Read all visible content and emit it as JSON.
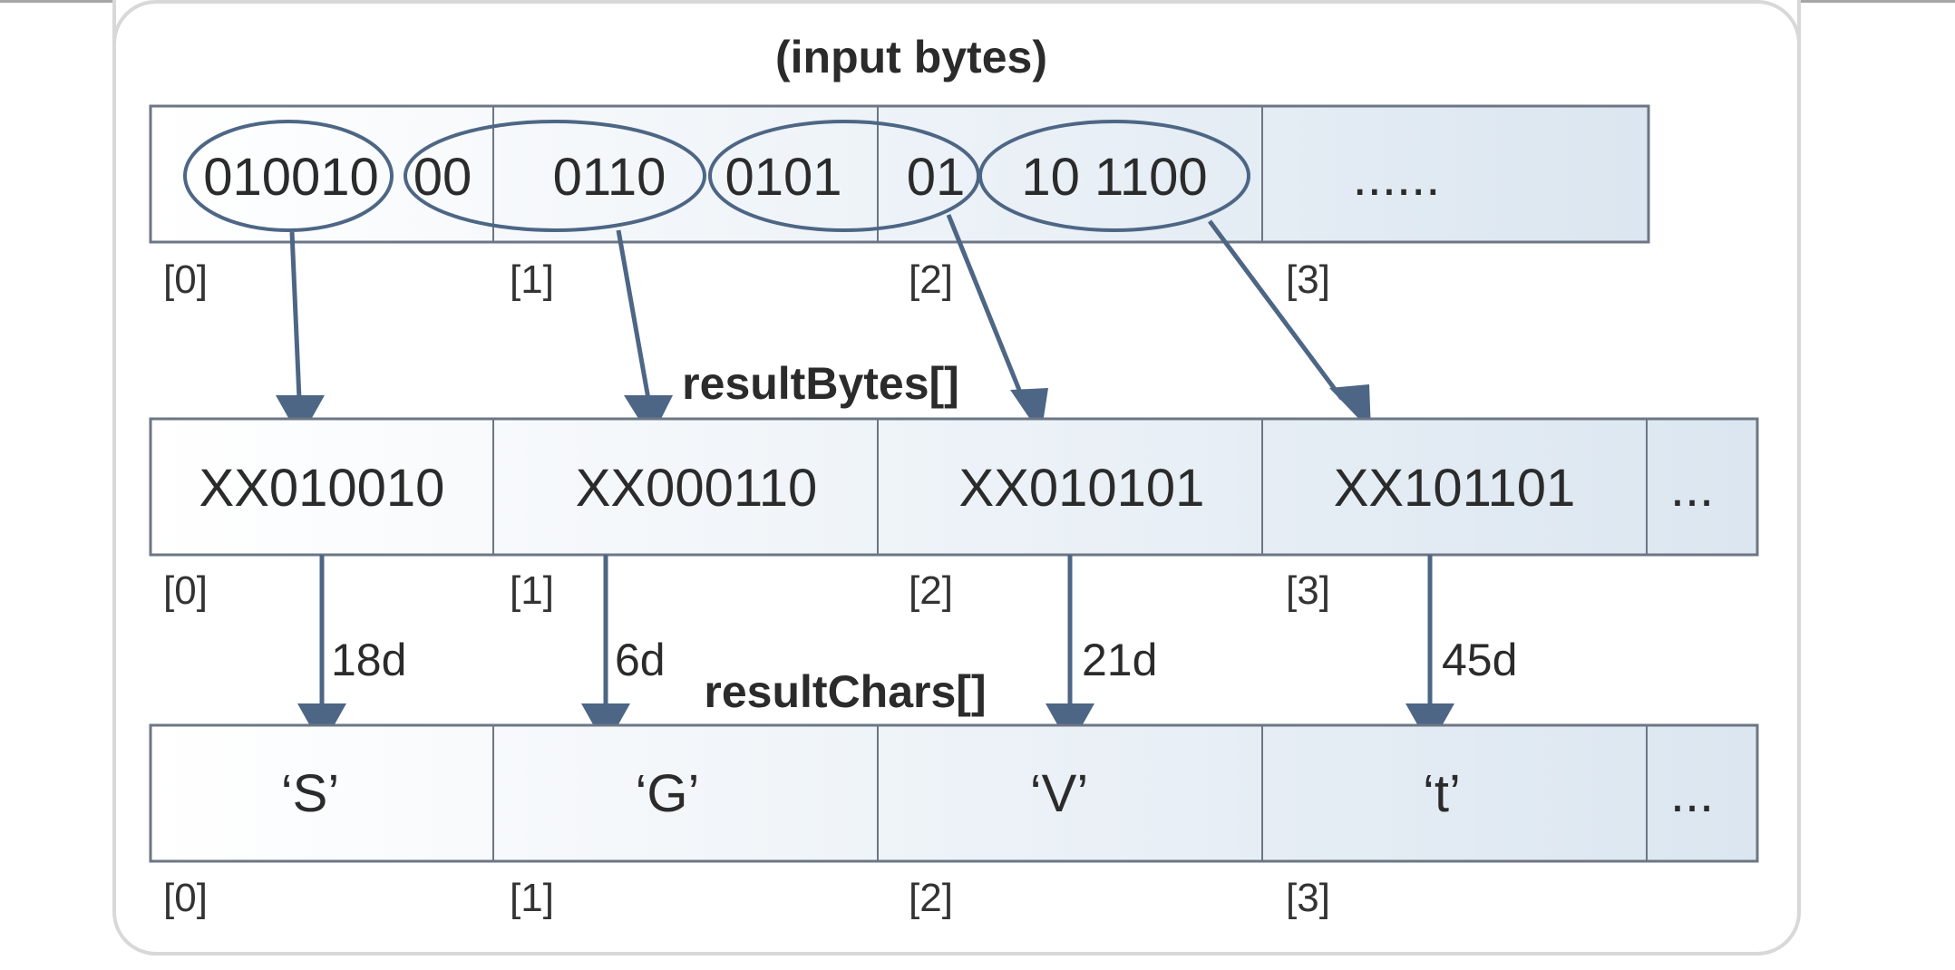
{
  "input_title": "(input bytes)",
  "input_cells": [
    "010010",
    "00",
    "0110",
    "0101",
    "01",
    "10 1100",
    "......"
  ],
  "result_bytes_title": "resultBytes[]",
  "result_bytes_cells": [
    "XX010010",
    "XX000110",
    "XX010101",
    "XX101101",
    "..."
  ],
  "result_chars_title": "resultChars[]",
  "result_chars_cells": [
    "‘S’",
    "‘G’",
    "‘V’",
    "‘t’",
    "..."
  ],
  "indices": [
    "[0]",
    "[1]",
    "[2]",
    "[3]"
  ],
  "decimal_labels": [
    "18d",
    "6d",
    "21d",
    "45d"
  ],
  "colors": {
    "arrow": "#4d6685",
    "cell_fill_light": "#ffffff",
    "cell_fill_dark": "#dbe6f0",
    "border": "#6c7684"
  }
}
